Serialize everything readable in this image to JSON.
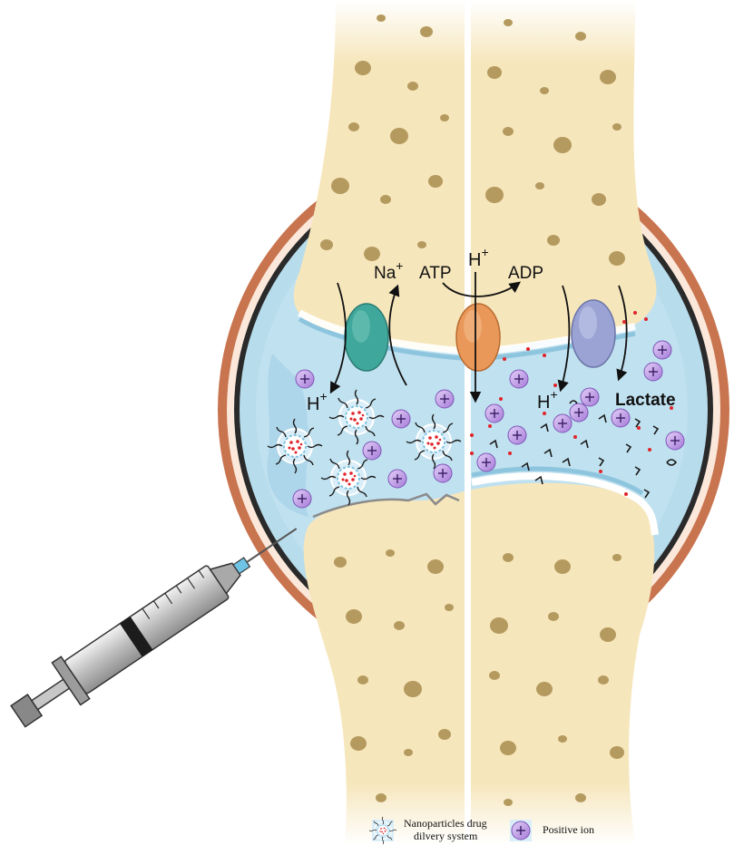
{
  "labels": {
    "na": "Na",
    "na_sup": "+",
    "atp": "ATP",
    "h_top": "H",
    "h_top_sup": "+",
    "adp": "ADP",
    "h_left": "H",
    "h_left_sup": "+",
    "h_right": "H",
    "h_right_sup": "+",
    "lactate": "Lactate"
  },
  "legend": {
    "nano_line1": "Nanoparticles drug",
    "nano_line2": "dilvery system",
    "ion": "Positive ion"
  },
  "icons": {
    "transporter_left": "nhe-transporter-icon",
    "transporter_mid": "proton-pump-icon",
    "transporter_right": "mct-transporter-icon",
    "ion": "positive-ion-icon",
    "nanoparticle": "nanoparticle-icon",
    "syringe": "syringe-icon"
  },
  "colors": {
    "bone": "#f6e6bb",
    "bone_pore": "#b59a5f",
    "fluid": "#b7dcec",
    "capsule": "#c8744f",
    "transporter_left": "#3fa79b",
    "transporter_mid": "#e9985a",
    "transporter_right": "#9aa3d4",
    "ion": "#b58ee0",
    "red_dot": "#e0242a"
  }
}
